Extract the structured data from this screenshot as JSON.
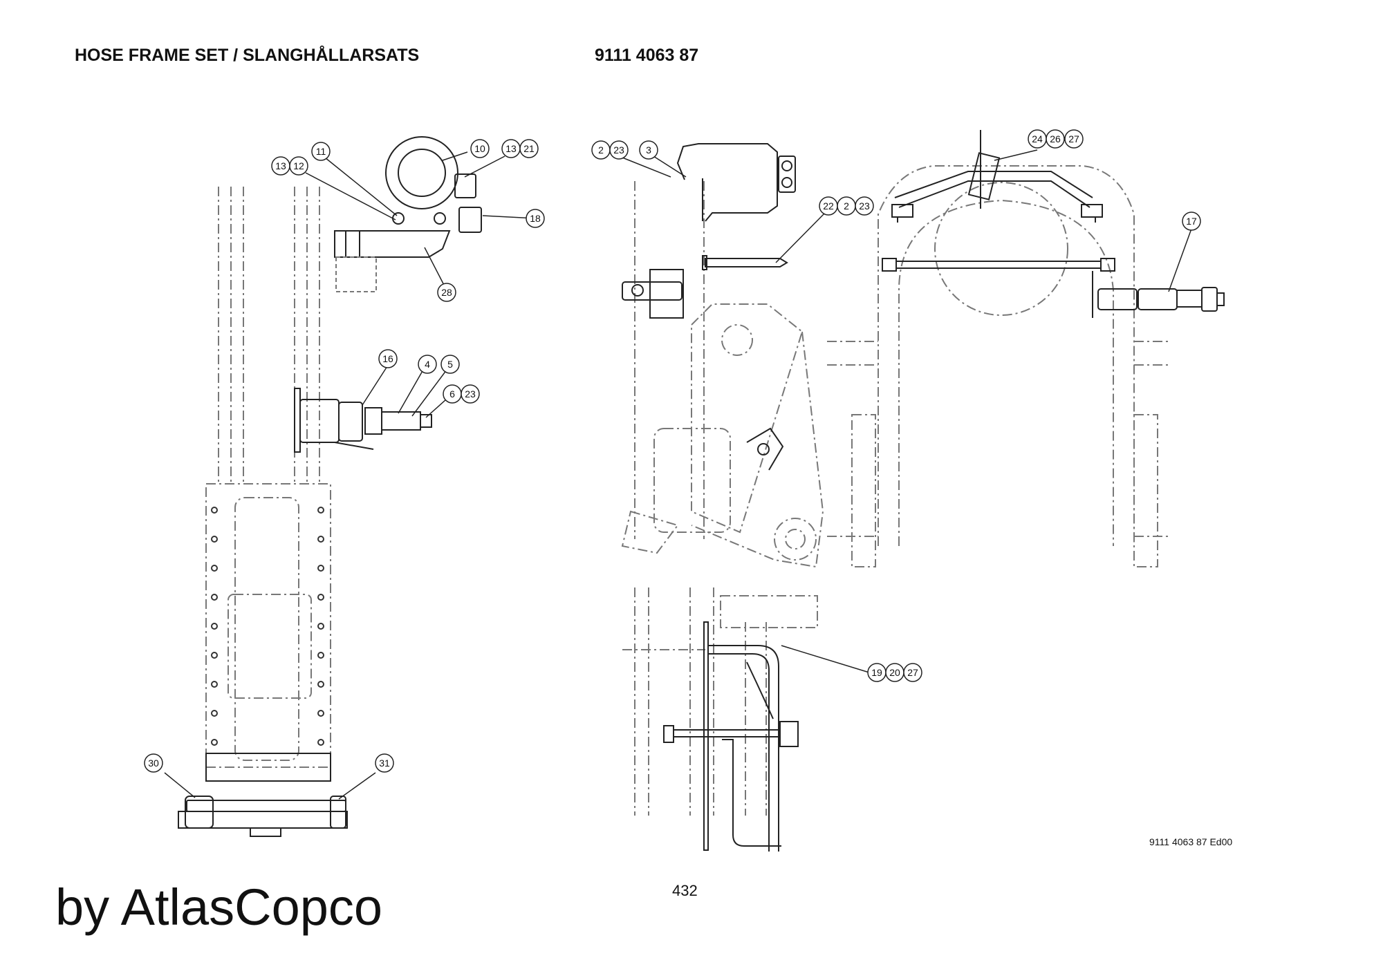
{
  "header": {
    "title": "HOSE FRAME SET / SLANGHÅLLARSATS",
    "part_number": "9111 4063 87"
  },
  "callouts": {
    "c_2": "2",
    "c_23": "23",
    "c_3": "3",
    "c_22": "22",
    "c_2b": "2",
    "c_23b": "23",
    "c_24": "24",
    "c_26": "26",
    "c_27": "27",
    "c_17": "17",
    "c_11": "11",
    "c_10": "10",
    "c_13": "13",
    "c_21": "21",
    "c_13b": "13",
    "c_12": "12",
    "c_18": "18",
    "c_28": "28",
    "c_16": "16",
    "c_4": "4",
    "c_5": "5",
    "c_6": "6",
    "c_23c": "23",
    "c_19": "19",
    "c_20": "20",
    "c_27b": "27",
    "c_30": "30",
    "c_31": "31"
  },
  "footer": {
    "drawing_ref": "9111 4063 87 Ed00",
    "page_number": "432",
    "brand": "by AtlasCopco"
  }
}
